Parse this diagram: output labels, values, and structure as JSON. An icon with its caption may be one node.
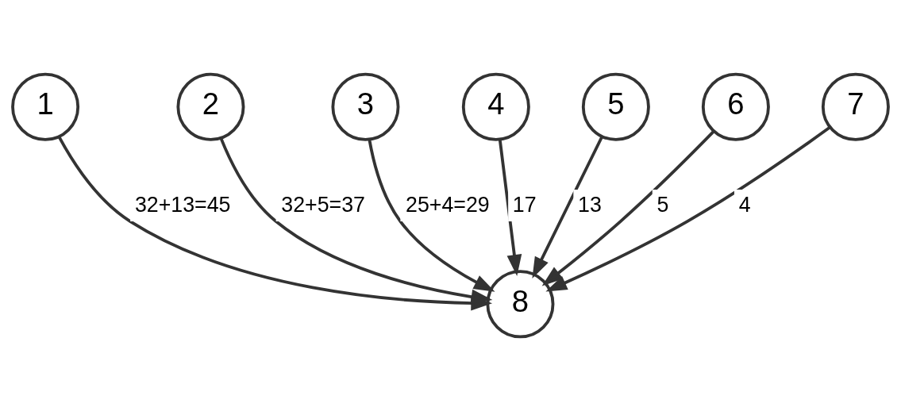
{
  "diagram": {
    "nodes": [
      {
        "text": [
          "1"
        ]
      },
      {
        "text": [
          "2"
        ]
      },
      {
        "text": [
          "3"
        ]
      },
      {
        "text": [
          "4"
        ]
      },
      {
        "text": [
          "5"
        ]
      },
      {
        "text": [
          "6"
        ]
      },
      {
        "text": [
          "7"
        ]
      },
      {
        "text": [
          "8"
        ]
      }
    ],
    "edges": [
      {
        "from": 0,
        "to": 7,
        "arrow": "to",
        "label": "32+13=45"
      },
      {
        "from": 1,
        "to": 7,
        "arrow": "to",
        "label": "32+5=37"
      },
      {
        "from": 2,
        "to": 7,
        "arrow": "to",
        "label": "25+4=29"
      },
      {
        "from": 6,
        "to": 7,
        "arrow": "to",
        "label": "4"
      },
      {
        "from": 5,
        "to": 7,
        "arrow": "to",
        "label": "5"
      },
      {
        "from": 4,
        "to": 7,
        "arrow": "to",
        "label": "13"
      },
      {
        "from": 3,
        "to": 7,
        "arrow": "to",
        "label": "17"
      }
    ]
  }
}
